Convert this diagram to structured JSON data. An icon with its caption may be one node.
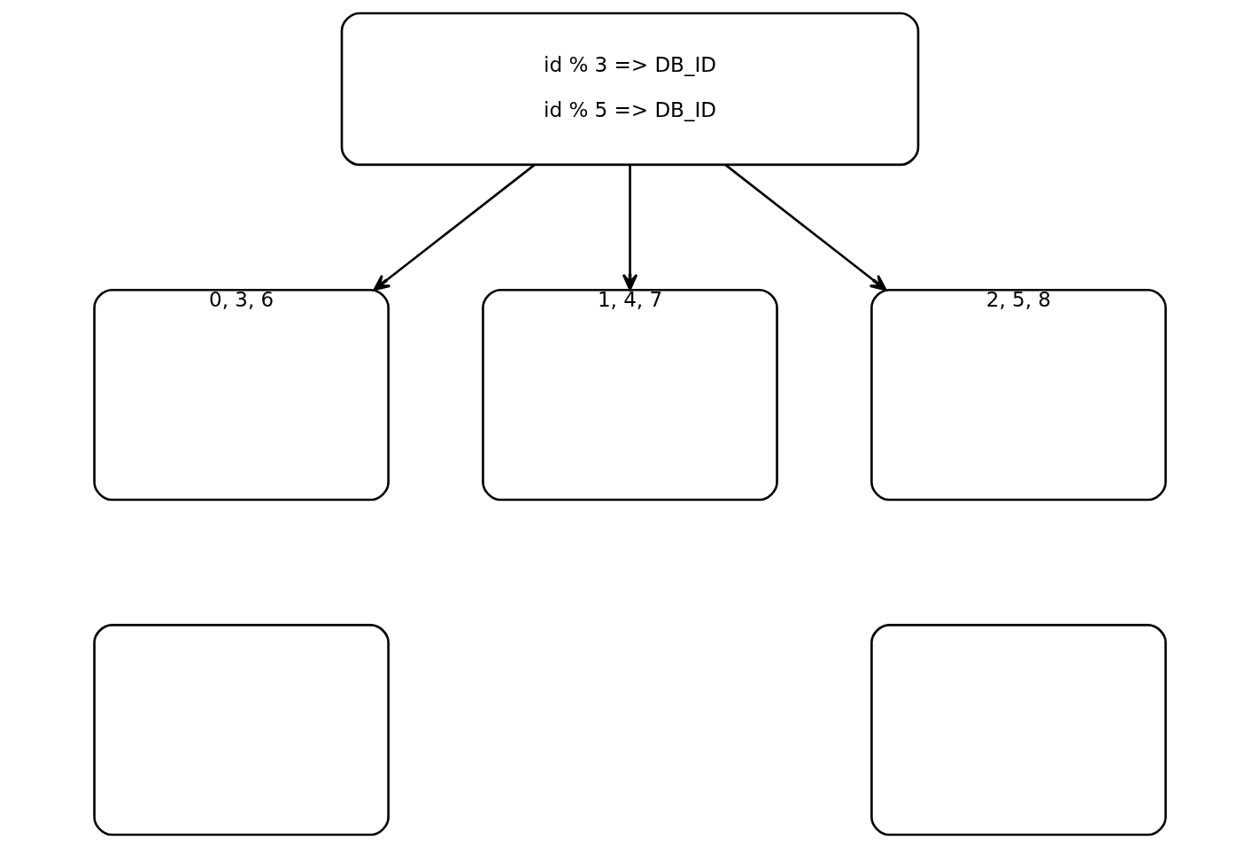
{
  "diagram": {
    "nodes": [
      {
        "text": [
          "id % 3 => DB_ID",
          "id % 5 => DB_ID"
        ]
      },
      {
        "text": [
          "0, 3, 6"
        ]
      },
      {
        "text": [
          "1, 4, 7"
        ]
      },
      {
        "text": [
          "2, 5, 8"
        ]
      },
      {
        "text": [],
        "shape": "box"
      },
      {
        "text": [],
        "shape": "box"
      }
    ],
    "edges": [
      {
        "from": 0,
        "to": 1,
        "arrow": "to"
      },
      {
        "from": 0,
        "to": 2,
        "arrow": "to"
      },
      {
        "from": 0,
        "to": 3,
        "arrow": "to"
      }
    ]
  }
}
